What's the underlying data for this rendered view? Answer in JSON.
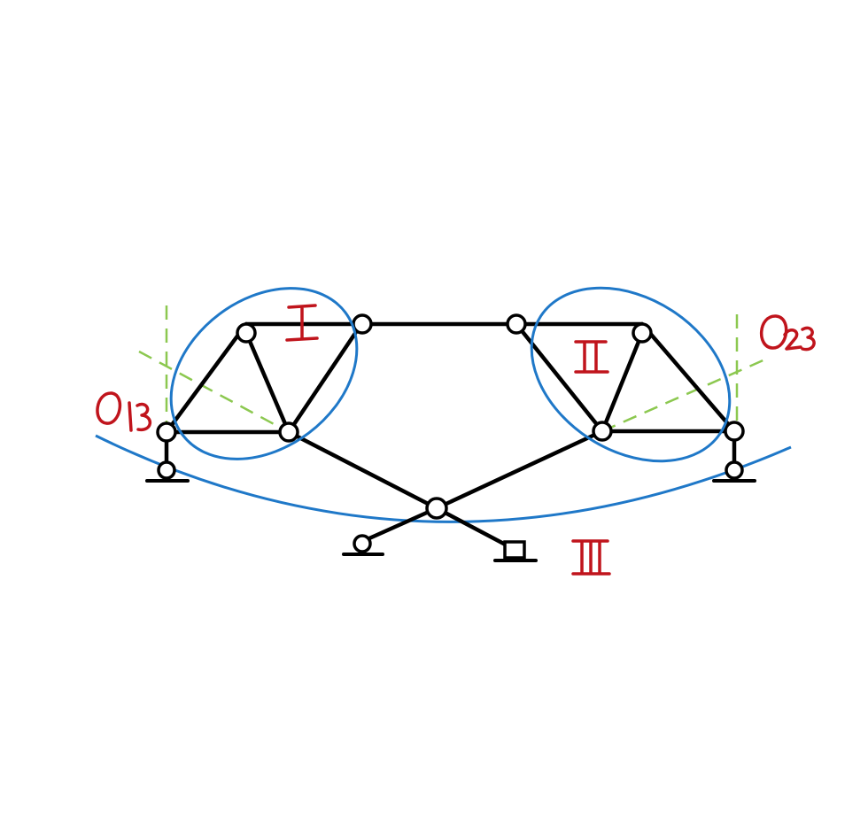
{
  "colors": {
    "member": "#000000",
    "annotation_red": "#c0141c",
    "rigid_body_outline": "#1f78c8",
    "instant_center_line": "#8cc850"
  },
  "labels": {
    "body_1": "Ⅰ",
    "body_2": "Ⅱ",
    "body_3": "Ⅲ",
    "center_13": "O13",
    "center_23": "O23"
  }
}
